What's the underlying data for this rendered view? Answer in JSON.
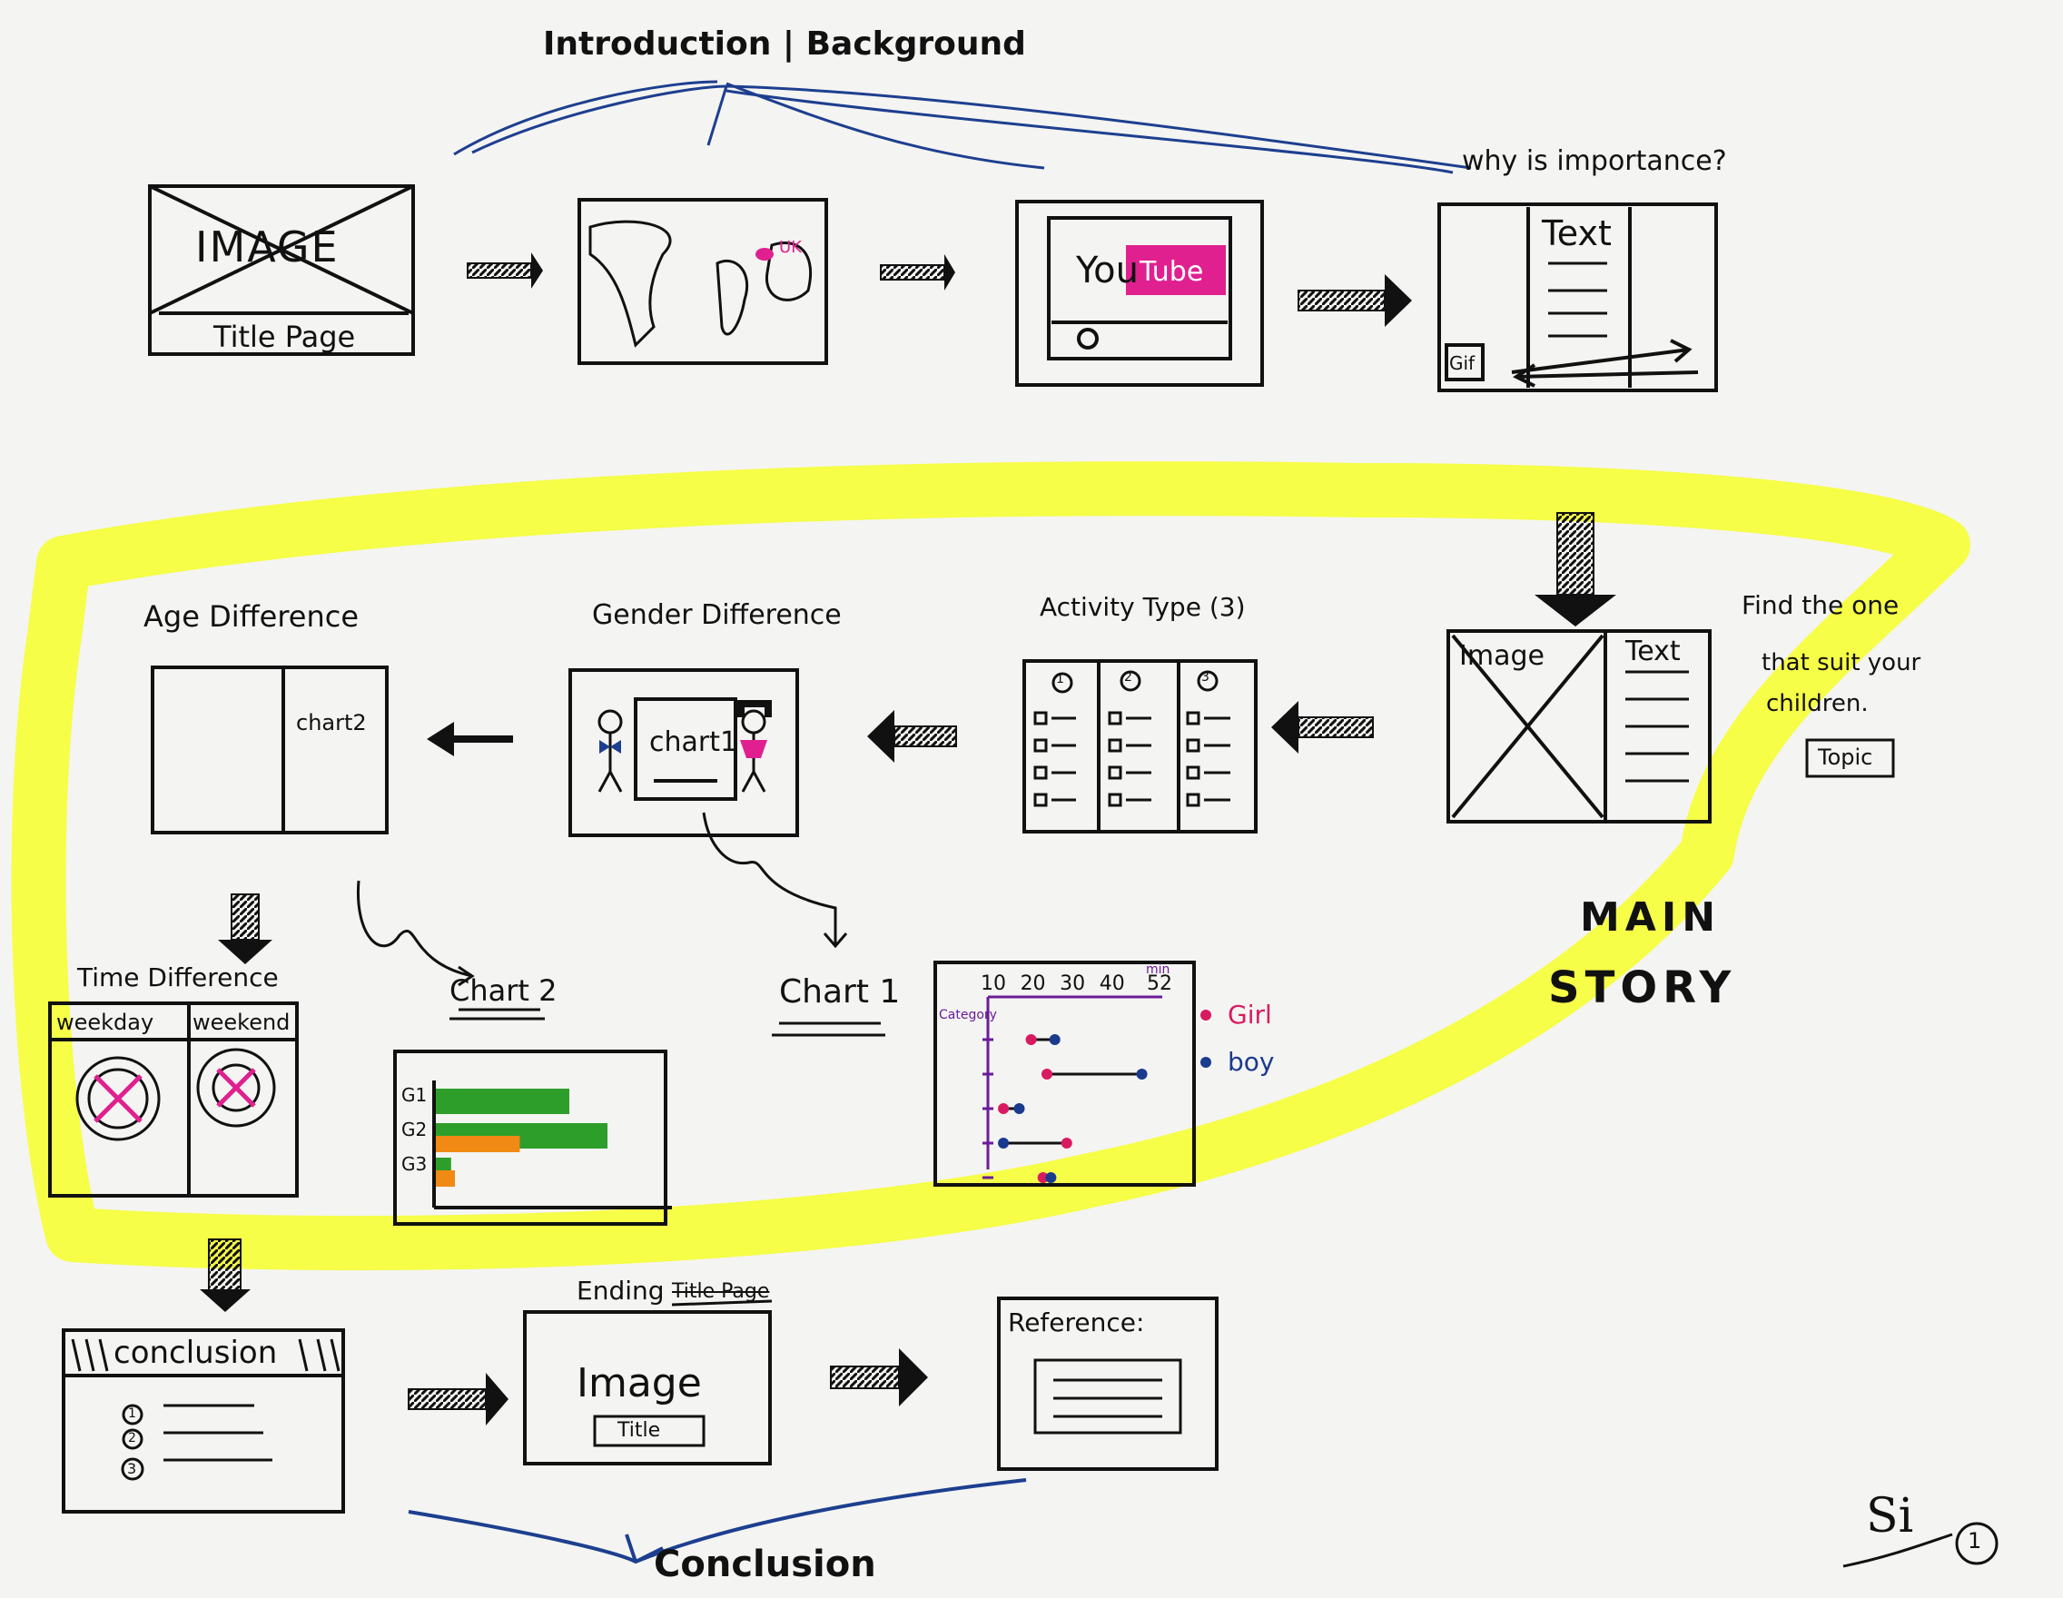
{
  "sections": {
    "intro_heading": "Introduction | Background",
    "why_note": "why is importance?",
    "main_story": [
      "MAIN",
      "STORY"
    ],
    "conclusion_heading": "Conclusion"
  },
  "frames": {
    "title_page": {
      "image": "IMAGE",
      "caption": "Title Page"
    },
    "map_marker": "UK",
    "video": {
      "text": "You",
      "badge": "Tube"
    },
    "text_panel": {
      "heading": "Text",
      "gif": "Gif"
    },
    "topic_intro": {
      "image": "Image",
      "heading": "Text",
      "note": [
        "Find the one",
        "that suit your",
        "children."
      ],
      "topic_button": "Topic"
    },
    "activity": {
      "title": "Activity Type (3)",
      "columns": [
        "1",
        "2",
        "3"
      ]
    },
    "gender": {
      "title": "Gender Difference",
      "chart": "chart1"
    },
    "age": {
      "title": "Age Difference",
      "chart": "chart2"
    },
    "time": {
      "title": "Time Difference",
      "tabs": [
        "weekday",
        "weekend"
      ]
    },
    "chart2_label": "Chart 2",
    "chart1_label": "Chart 1",
    "conclusion": {
      "header": "conclusion",
      "items": [
        "1",
        "2",
        "3"
      ]
    },
    "ending": {
      "title": "Ending",
      "struck": "Title Page",
      "image": "Image",
      "button": "Title"
    },
    "reference": {
      "title": "Reference:"
    }
  },
  "chart_data": [
    {
      "type": "bar",
      "categories": [
        "G1",
        "G2",
        "G3"
      ],
      "series": [
        {
          "values": [
            3.5,
            4.5,
            0.4
          ],
          "color": "#2e9e2a"
        },
        {
          "values": [
            0,
            2.2,
            0.5
          ],
          "color": "#f08a14"
        }
      ]
    },
    {
      "type": "scatter",
      "title": "",
      "ylabel": "Category",
      "xticks": [
        "10",
        "20",
        "30",
        "40",
        "52"
      ],
      "xunit": "min",
      "rows": [
        {
          "girl": 20,
          "boy": 26
        },
        {
          "girl": 24,
          "boy": 48
        },
        {
          "girl": 13,
          "boy": 17
        },
        {
          "girl": 29,
          "boy": 13
        },
        {
          "girl": 23,
          "boy": 25
        }
      ],
      "legend": [
        {
          "name": "Girl",
          "color": "#d81b60"
        },
        {
          "name": "boy",
          "color": "#1a3a8f"
        }
      ]
    }
  ],
  "signature": {
    "name": "Si",
    "page": "1"
  },
  "colors": {
    "ink": "#111111",
    "pen_blue": "#1d3f8f",
    "magenta": "#e0208f",
    "highlighter": "#f6ff2a"
  }
}
